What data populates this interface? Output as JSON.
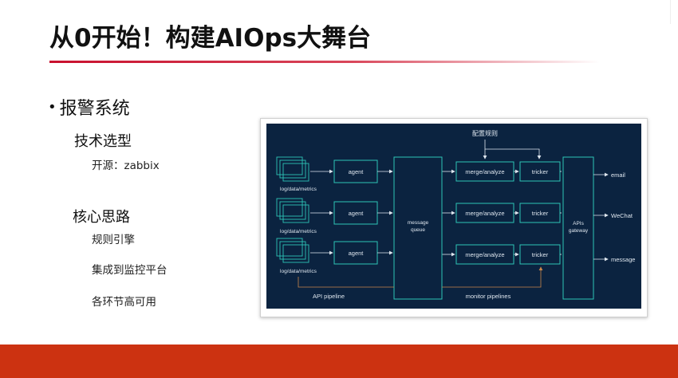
{
  "slide": {
    "title": "从0开始！构建AIOps大舞台"
  },
  "content": {
    "bullet": "报警系统",
    "sections": [
      {
        "heading": "技术选型",
        "items": [
          "开源：zabbix"
        ]
      },
      {
        "heading": "核心思路",
        "items": [
          "规则引擎",
          "集成到监控平台",
          "各环节高可用"
        ]
      }
    ]
  },
  "diagram": {
    "background_color": "#0b2340",
    "line_color": "#2ec4b6",
    "accent_line_color": "#c8864a",
    "top_label": "配置规则",
    "source_label": "log/data/metrics",
    "agent_label": "agent",
    "queue_label_line1": "message",
    "queue_label_line2": "queue",
    "merge_label": "merge/analyze",
    "tricker_label": "tricker",
    "gateway_label_line1": "APIs",
    "gateway_label_line2": "gateway",
    "outputs": [
      "email",
      "WeChat",
      "message"
    ],
    "pipeline_labels": [
      "API pipeline",
      "monitor pipelines"
    ]
  },
  "colors": {
    "accent": "#c8102e",
    "footer": "#cc3211"
  }
}
